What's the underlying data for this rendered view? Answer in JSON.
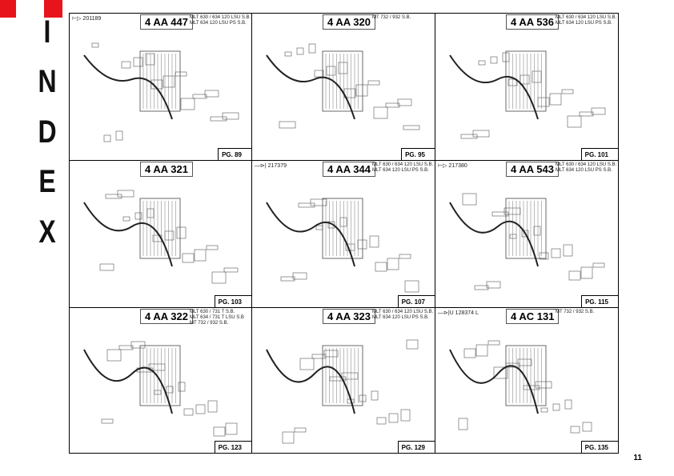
{
  "index_letters": [
    "I",
    "N",
    "D",
    "E",
    "X"
  ],
  "page_number": "11",
  "cells": [
    {
      "ref": "⊢▷ 201189",
      "code": "4 AA 447",
      "models": [
        "MLT 630 / 634 120 LSU S.B.",
        "MLT 634 120 LSU PS S.B."
      ],
      "page": "PG. 89"
    },
    {
      "ref": "",
      "code": "4 AA 320",
      "models": [
        "MT 732 / 932 S.B."
      ],
      "page": "PG. 95"
    },
    {
      "ref": "",
      "code": "4 AA 536",
      "models": [
        "MLT 630 / 634 120 LSU S.B.",
        "MLT 634 120 LSU PS S.B."
      ],
      "page": "PG. 101"
    },
    {
      "ref": "",
      "code": "4 AA 321",
      "models": [],
      "page": "PG. 103"
    },
    {
      "ref": "—⊳| 217379",
      "code": "4 AA 344",
      "models": [
        "MLT 630 / 634 120 LSU S.B.",
        "MLT 634 120 LSU PS S.B."
      ],
      "page": "PG. 107"
    },
    {
      "ref": "⊢▷ 217380",
      "code": "4 AA 543",
      "models": [
        "MLT 630 / 634 120 LSU S.B.",
        "MLT 634 120 LSU PS S.B."
      ],
      "page": "PG. 115"
    },
    {
      "ref": "",
      "code": "4 AA 322",
      "models": [
        "MLT 630 / 731 T S.B.",
        "MLT 634 / 731 T LSU S.B",
        "MT 732 / 932 S.B."
      ],
      "page": "PG. 123"
    },
    {
      "ref": "",
      "code": "4 AA 323",
      "models": [
        "MLT 630 / 634 120 LSU S.B.",
        "MLT 634 120 LSU PS S.B."
      ],
      "page": "PG. 129"
    },
    {
      "ref": "—⊳|U 128374 L",
      "code": "4 AC 131",
      "models": [
        "MT 732 / 932 S.B."
      ],
      "page": "PG. 135"
    }
  ]
}
